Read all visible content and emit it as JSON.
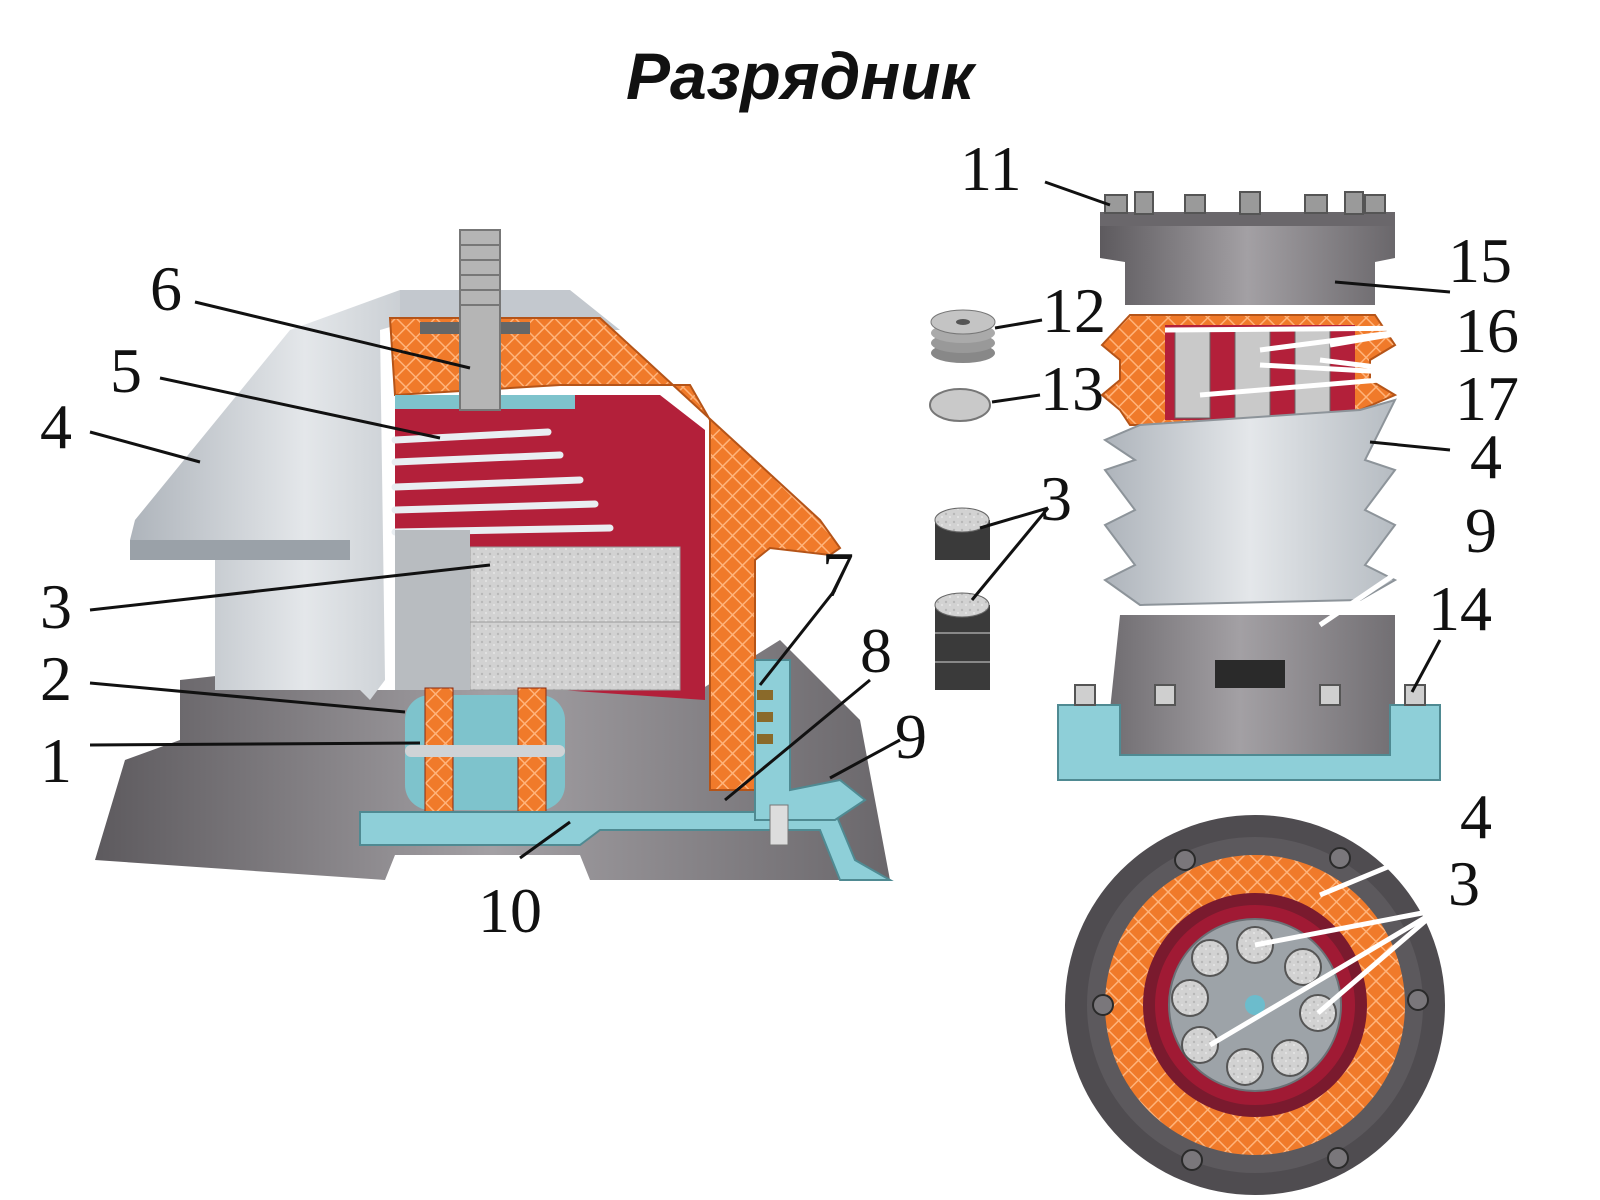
{
  "title": "Разрядник",
  "labels": {
    "l1": "1",
    "l2": "2",
    "l3": "3",
    "l4": "4",
    "l5": "5",
    "l6": "6",
    "l7": "7",
    "l8": "8",
    "l9": "9",
    "l10": "10",
    "r11": "11",
    "r12": "12",
    "r13": "13",
    "r15": "15",
    "r16": "16",
    "r17": "17",
    "r4": "4",
    "r3": "3",
    "r9": "9",
    "r14": "14",
    "b4": "4",
    "b3": "3"
  },
  "colors": {
    "porcelain": "#c9ced4",
    "insulation": "#f07a2a",
    "hatch": "#ffb37a",
    "inner": "#b3203a",
    "metal": "#8a8a8e",
    "base": "#6e6a6e",
    "steel_blue": "#8ecfd8",
    "disc": "#a9a9a9"
  }
}
